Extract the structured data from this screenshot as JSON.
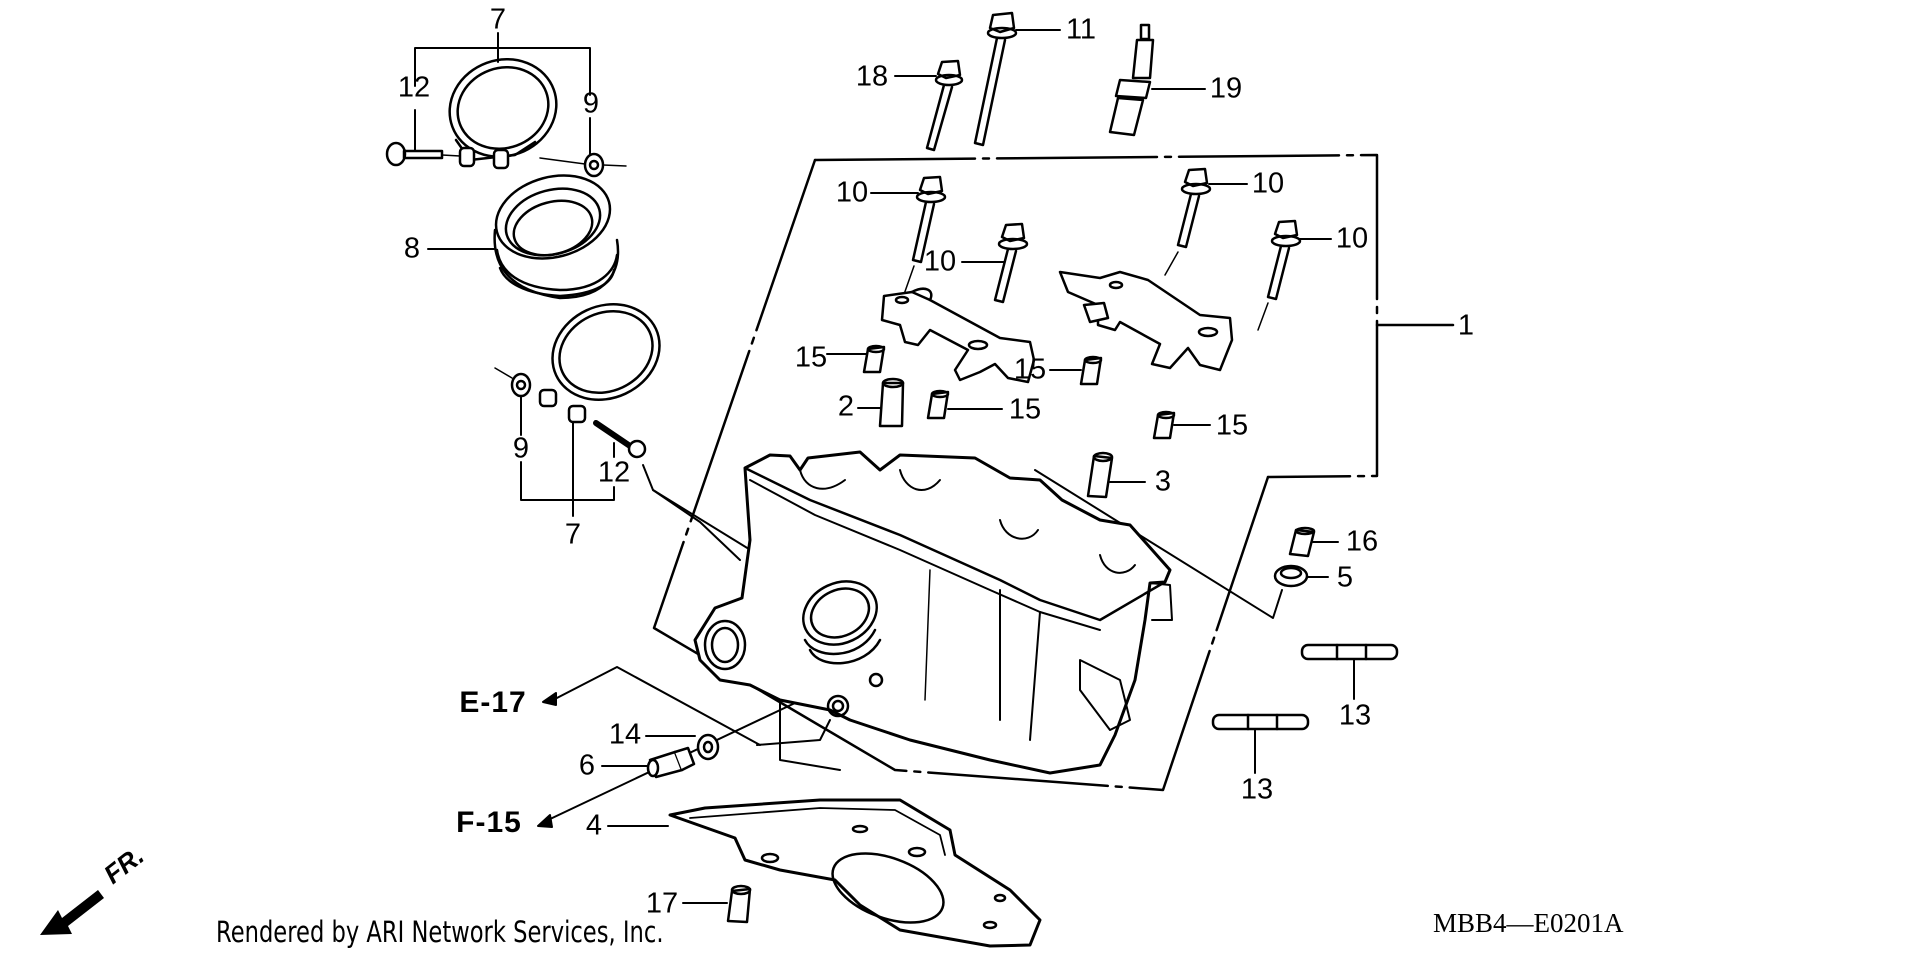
{
  "diagram": {
    "title": "Cylinder Head (Rear) parts diagram",
    "diagram_code": "MBB4—E0201A",
    "credit": "Rendered by ARI Network Services, Inc.",
    "front_indicator": "FR.",
    "references": [
      {
        "id": "ref-e17",
        "text": "E-17"
      },
      {
        "id": "ref-f15",
        "text": "F-15"
      }
    ],
    "callouts": [
      {
        "id": "c7a",
        "text": "7",
        "part": "band, joint"
      },
      {
        "id": "c12a",
        "text": "12",
        "part": "screw"
      },
      {
        "id": "c9a",
        "text": "9",
        "part": "nut"
      },
      {
        "id": "c8",
        "text": "8",
        "part": "insulator, carburetor"
      },
      {
        "id": "c9b",
        "text": "9",
        "part": "nut"
      },
      {
        "id": "c12b",
        "text": "12",
        "part": "screw"
      },
      {
        "id": "c7b",
        "text": "7",
        "part": "band, joint"
      },
      {
        "id": "c11",
        "text": "11",
        "part": "bolt"
      },
      {
        "id": "c18",
        "text": "18",
        "part": "bolt"
      },
      {
        "id": "c19",
        "text": "19",
        "part": "spark plug"
      },
      {
        "id": "c10a",
        "text": "10",
        "part": "bolt"
      },
      {
        "id": "c10b",
        "text": "10",
        "part": "bolt"
      },
      {
        "id": "c10c",
        "text": "10",
        "part": "bolt"
      },
      {
        "id": "c10d",
        "text": "10",
        "part": "bolt"
      },
      {
        "id": "c1",
        "text": "1",
        "part": "cylinder head assembly"
      },
      {
        "id": "c15a",
        "text": "15",
        "part": "dowel pin"
      },
      {
        "id": "c2",
        "text": "2",
        "part": "guide"
      },
      {
        "id": "c15b",
        "text": "15",
        "part": "dowel pin"
      },
      {
        "id": "c15c",
        "text": "15",
        "part": "dowel pin"
      },
      {
        "id": "c15d",
        "text": "15",
        "part": "dowel pin"
      },
      {
        "id": "c3",
        "text": "3",
        "part": "guide"
      },
      {
        "id": "c16",
        "text": "16",
        "part": "collar"
      },
      {
        "id": "c5",
        "text": "5",
        "part": "nut"
      },
      {
        "id": "c13a",
        "text": "13",
        "part": "stud bolt"
      },
      {
        "id": "c13b",
        "text": "13",
        "part": "stud bolt"
      },
      {
        "id": "c14",
        "text": "14",
        "part": "washer"
      },
      {
        "id": "c6",
        "text": "6",
        "part": "joint"
      },
      {
        "id": "c4",
        "text": "4",
        "part": "gasket, cylinder head"
      },
      {
        "id": "c17",
        "text": "17",
        "part": "dowel pin"
      }
    ]
  }
}
